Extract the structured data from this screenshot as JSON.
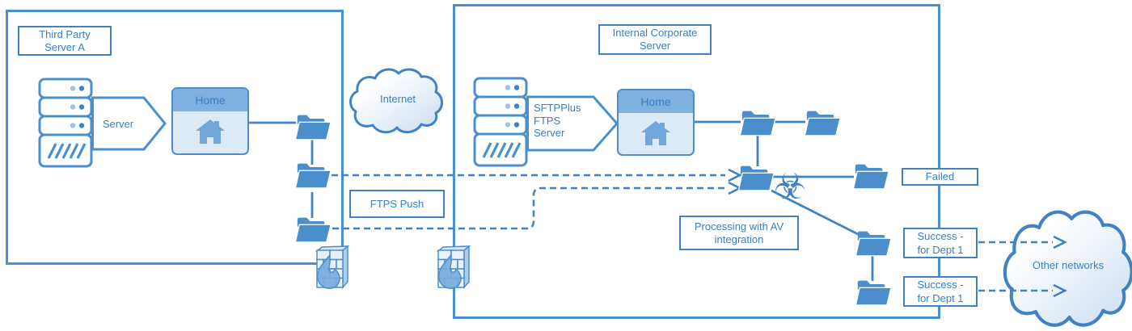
{
  "colors": {
    "stroke_blue": "#4a90ce",
    "line_blue": "#3f83c5",
    "text_blue": "#3a7fc2",
    "folder_blue": "#4a8fcb",
    "home_titlebar_blue": "#7fb0df",
    "home_body_blue": "#dce9f7",
    "cloud_fill_blue": "#c9ddf1"
  },
  "icons": {
    "biohazard_glyph": "☣"
  },
  "third_party_zone": {
    "title_line1": "Third Party",
    "title_line2": "Server A",
    "server_arrow_label": "Server",
    "home_window_title": "Home"
  },
  "between_zones": {
    "internet_cloud_label": "Internet",
    "ftps_push_label": "FTPS Push"
  },
  "internal_zone": {
    "title_line1": "Internal Corporate",
    "title_line2": "Server",
    "server_arrow_line1": "SFTPPlus",
    "server_arrow_line2": "FTPS",
    "server_arrow_line3": "Server",
    "home_window_title": "Home",
    "processing_line1": "Processing with AV",
    "processing_line2": "integration",
    "failed_label": "Failed",
    "success_box1_line1": "Success -",
    "success_box1_line2": "for Dept 1",
    "success_box2_line1": "Success -",
    "success_box2_line2": "for Dept 1"
  },
  "external": {
    "other_networks_label": "Other networks"
  }
}
